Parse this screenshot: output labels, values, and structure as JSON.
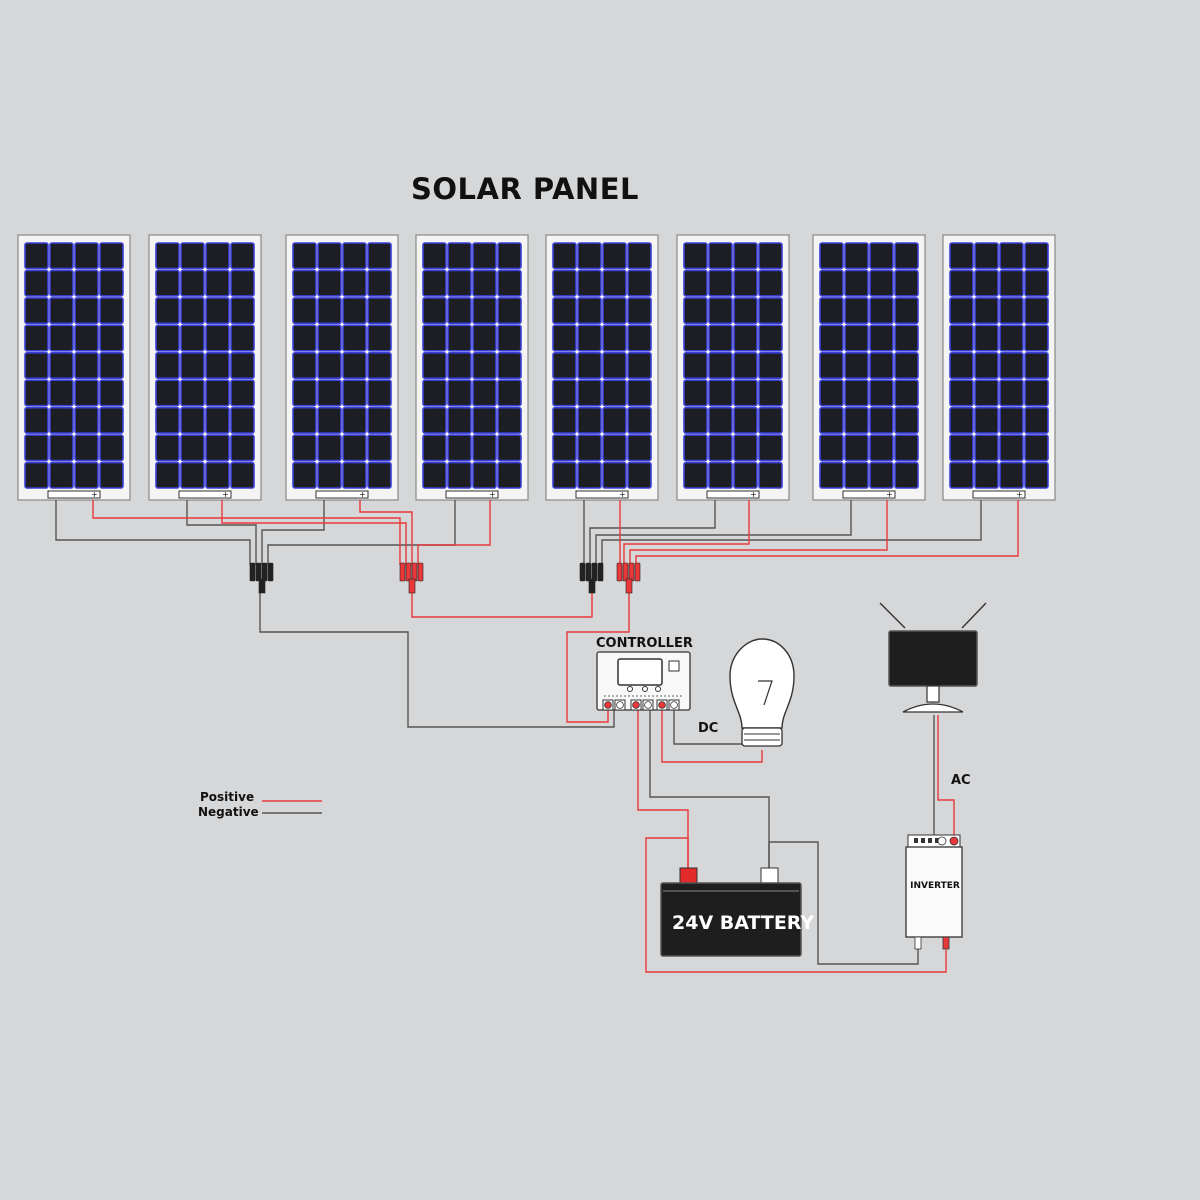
{
  "title": "SOLAR PANEL",
  "labels": {
    "controller": "CONTROLLER",
    "dc": "DC",
    "ac": "AC",
    "inverter": "INVERTER",
    "battery": "24V BATTERY"
  },
  "legend": {
    "positive": "Positive",
    "negative": "Negative",
    "positive_color": "#e8383a",
    "negative_color": "#555555"
  },
  "colors": {
    "background": "#d6d7d9",
    "cell_fill": "#1d1e23",
    "cell_border": "#3a3fd8",
    "panel_frame": "#f4f4f4",
    "device_dark": "#1e1e1e"
  },
  "panels": {
    "count": 8,
    "cell_columns": 4,
    "cell_rows": 9
  },
  "icons": [
    "bulb-icon",
    "tv-icon",
    "battery-icon",
    "inverter-icon",
    "controller-icon",
    "mc4-branch-connector-icon"
  ]
}
